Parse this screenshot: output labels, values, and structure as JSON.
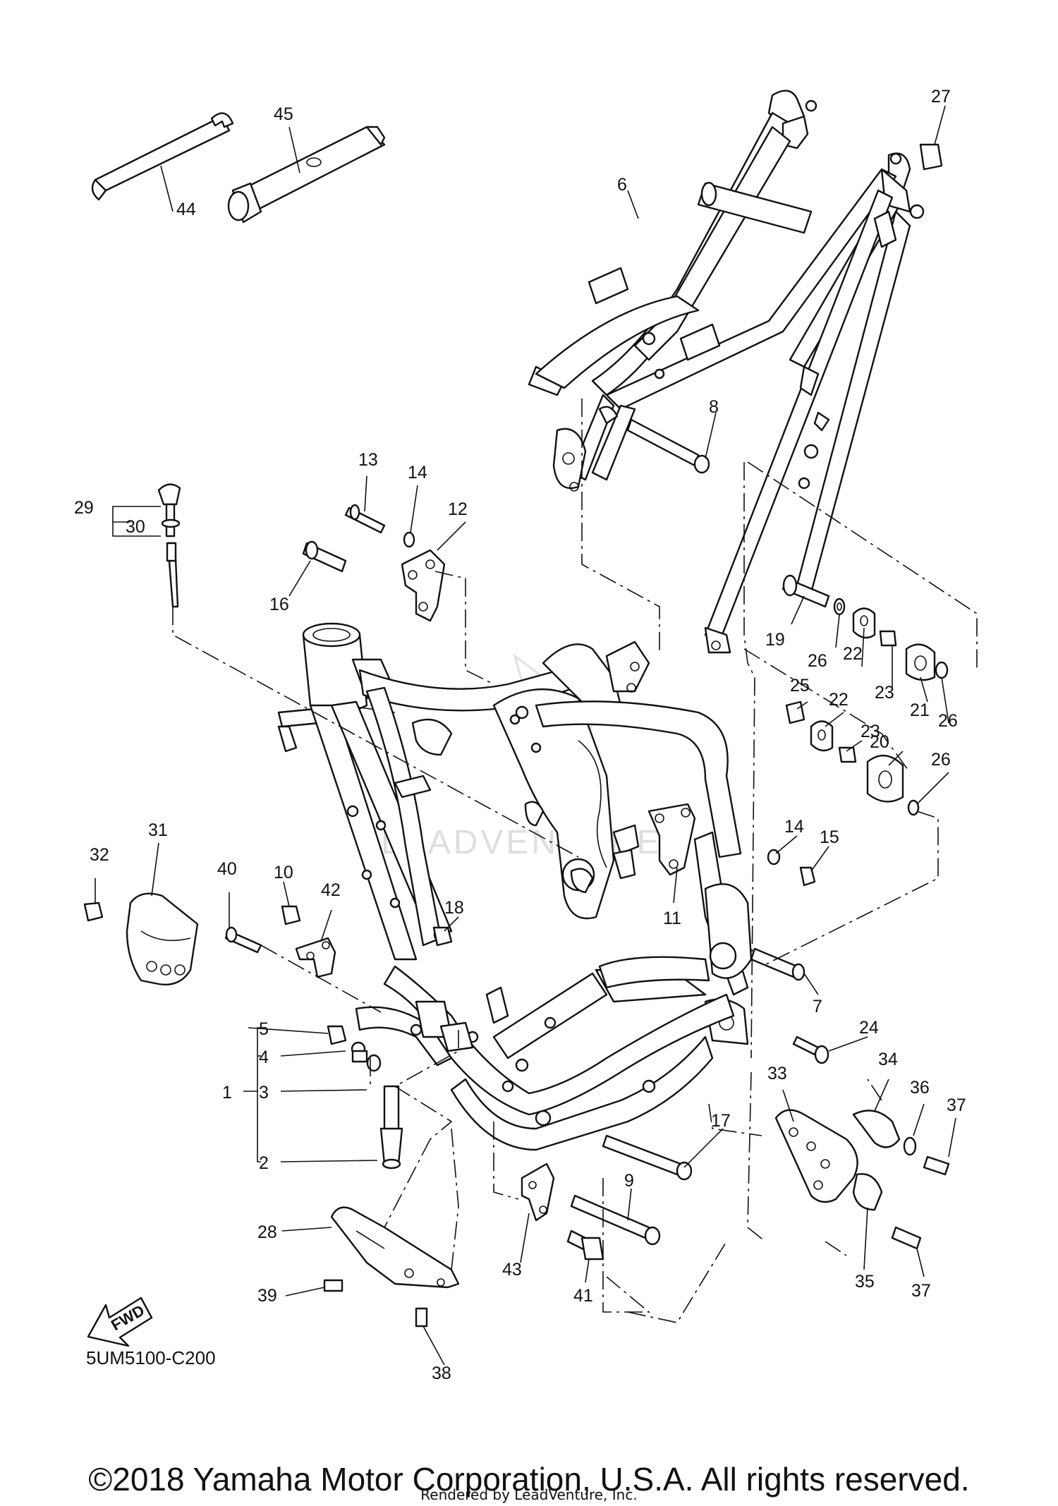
{
  "diagram": {
    "code": "5UM5100-C200",
    "watermark": "LEADVENTURE",
    "fwd_label": "FWD",
    "callouts": [
      "1",
      "2",
      "3",
      "4",
      "5",
      "6",
      "7",
      "8",
      "9",
      "10",
      "11",
      "12",
      "13",
      "14",
      "15",
      "16",
      "17",
      "18",
      "19",
      "20",
      "21",
      "22",
      "23",
      "24",
      "25",
      "26",
      "27",
      "28",
      "29",
      "30",
      "31",
      "32",
      "33",
      "34",
      "35",
      "36",
      "37",
      "38",
      "39",
      "40",
      "41",
      "42",
      "43",
      "44",
      "45"
    ]
  },
  "footer": {
    "copyright": "©2018 Yamaha Motor Corporation, U.S.A. All rights reserved.",
    "render_credit": "Rendered by LeadVenture, Inc."
  }
}
